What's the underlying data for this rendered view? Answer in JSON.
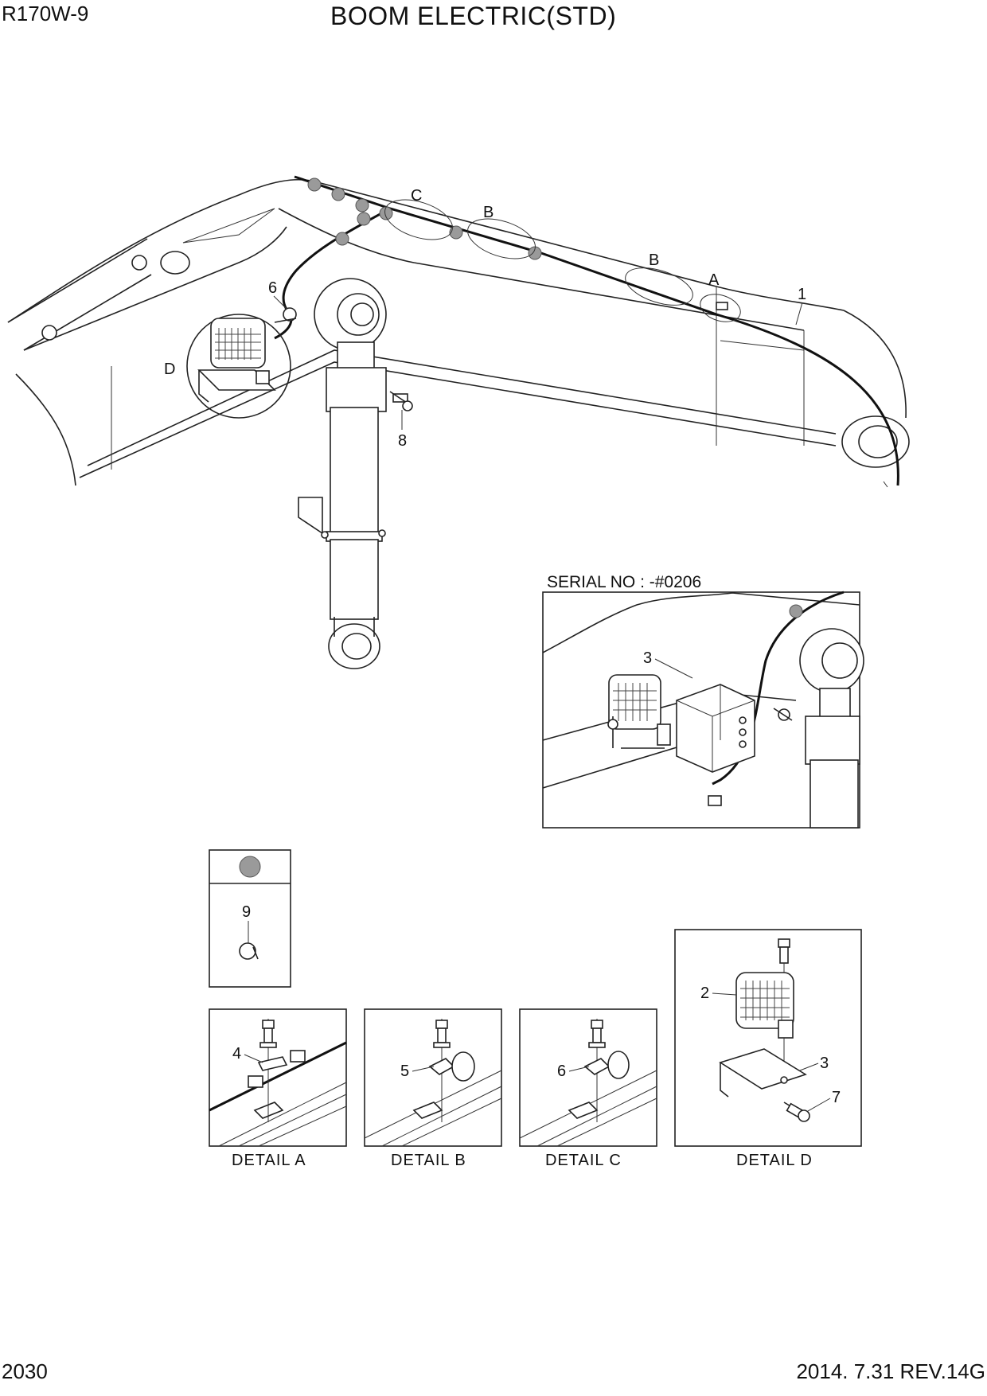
{
  "header": {
    "model": "R170W-9",
    "title": "BOOM ELECTRIC(STD)"
  },
  "footer": {
    "page_number": "2030",
    "revision": "2014. 7.31  REV.14G"
  },
  "main_callouts": {
    "c1": "1",
    "c6": "6",
    "c8": "8",
    "detail_a": "A",
    "detail_b1": "B",
    "detail_b2": "B",
    "detail_c": "C",
    "detail_d": "D"
  },
  "serial_inset": {
    "title": "SERIAL NO : -#0206",
    "callout": "3"
  },
  "legend": {
    "callout": "9"
  },
  "details": [
    {
      "caption": "DETAIL  A",
      "callout": "4"
    },
    {
      "caption": "DETAIL  B",
      "callout": "5"
    },
    {
      "caption": "DETAIL  C",
      "callout": "6"
    },
    {
      "caption": "DETAIL  D",
      "callout_lamp": "2",
      "callout_bracket": "3",
      "callout_bolt": "7"
    }
  ],
  "colors": {
    "line": "#222222",
    "clamp_marker": "#9a9a9a",
    "background": "#ffffff"
  }
}
